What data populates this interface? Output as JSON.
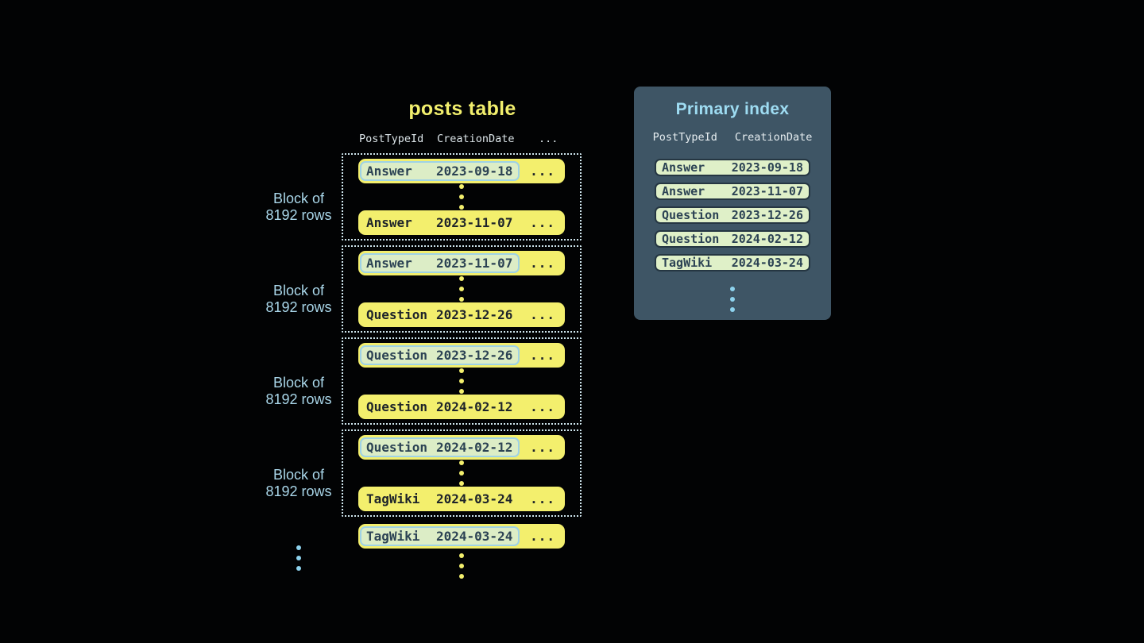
{
  "posts_table": {
    "title": "posts table",
    "headers": {
      "col1": "PostTypeId",
      "col2": "CreationDate",
      "more": "..."
    },
    "block_label": {
      "line1": "Block of",
      "line2": "8192 rows"
    },
    "blocks": [
      {
        "first": {
          "type": "Answer",
          "date": "2023-09-18",
          "more": "..."
        },
        "last": {
          "type": "Answer",
          "date": "2023-11-07",
          "more": "..."
        }
      },
      {
        "first": {
          "type": "Answer",
          "date": "2023-11-07",
          "more": "..."
        },
        "last": {
          "type": "Question",
          "date": "2023-12-26",
          "more": "..."
        }
      },
      {
        "first": {
          "type": "Question",
          "date": "2023-12-26",
          "more": "..."
        },
        "last": {
          "type": "Question",
          "date": "2024-02-12",
          "more": "..."
        }
      },
      {
        "first": {
          "type": "Question",
          "date": "2024-02-12",
          "more": "..."
        },
        "last": {
          "type": "TagWiki",
          "date": "2024-03-24",
          "more": "..."
        }
      }
    ],
    "overflow_row": {
      "type": "TagWiki",
      "date": "2024-03-24",
      "more": "..."
    }
  },
  "primary_index": {
    "title": "Primary index",
    "headers": {
      "col1": "PostTypeId",
      "col2": "CreationDate"
    },
    "entries": [
      {
        "type": "Answer",
        "date": "2023-09-18"
      },
      {
        "type": "Answer",
        "date": "2023-11-07"
      },
      {
        "type": "Question",
        "date": "2023-12-26"
      },
      {
        "type": "Question",
        "date": "2024-02-12"
      },
      {
        "type": "TagWiki",
        "date": "2024-03-24"
      }
    ]
  },
  "colors": {
    "background": "#020304",
    "row_yellow": "#f3ef6d",
    "title_yellow": "#f2ef6d",
    "highlight_green": "#dcedc6",
    "highlight_border_blue": "#9ed2e6",
    "panel_slate": "#3e5565",
    "index_pill_green": "#dff0c8",
    "index_pill_border": "#253642",
    "accent_blue": "#9edcf2",
    "label_blue": "#a9d6e9",
    "header_text": "#dce5e9",
    "row_text_dark": "#1e242a",
    "pill_text_slate": "#2c4354",
    "dotted_border": "#cfe6ee"
  }
}
